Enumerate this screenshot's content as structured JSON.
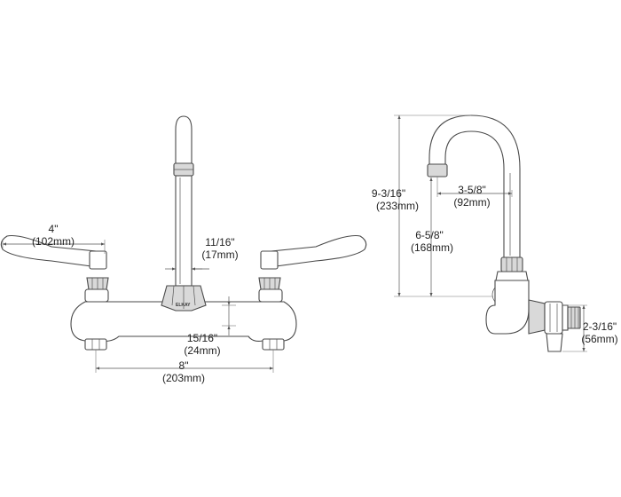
{
  "brand_mark": "ELKAY",
  "dimensions": {
    "handle_width": {
      "imperial": "4\"",
      "metric": "(102mm)"
    },
    "spout_diameter": {
      "imperial": "11/16\"",
      "metric": "(17mm)"
    },
    "body_offset": {
      "imperial": "15/16\"",
      "metric": "(24mm)"
    },
    "center_spacing": {
      "imperial": "8\"",
      "metric": "(203mm)"
    },
    "overall_height": {
      "imperial": "9-3/16\"",
      "metric": "(233mm)"
    },
    "spout_reach": {
      "imperial": "3-5/8\"",
      "metric": "(92mm)"
    },
    "outlet_height": {
      "imperial": "6-5/8\"",
      "metric": "(168mm)"
    },
    "inlet_depth": {
      "imperial": "2-3/16\"",
      "metric": "(56mm)"
    }
  }
}
